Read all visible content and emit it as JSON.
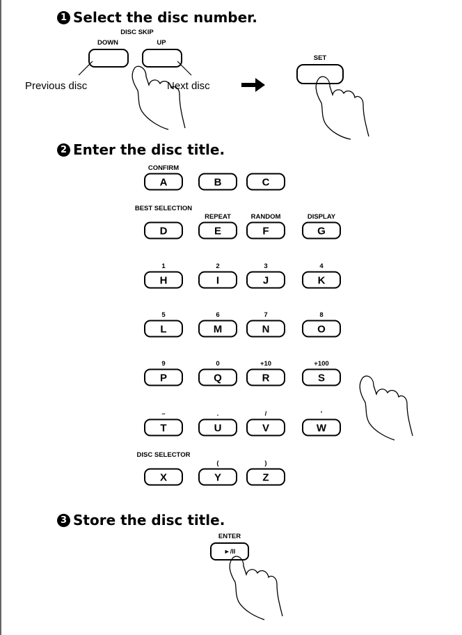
{
  "steps": [
    {
      "num": "1",
      "text": "Select the disc number."
    },
    {
      "num": "2",
      "text": "Enter the disc title."
    },
    {
      "num": "3",
      "text": "Store the disc title."
    }
  ],
  "step1": {
    "disc_skip": "DISC SKIP",
    "down": "DOWN",
    "up": "UP",
    "previous": "Previous disc",
    "next": "Next disc",
    "set": "SET"
  },
  "keys": [
    {
      "letter": "A",
      "label": "CONFIRM"
    },
    {
      "letter": "B",
      "label": ""
    },
    {
      "letter": "C",
      "label": ""
    },
    {
      "letter": "D",
      "label": "BEST SELECTION"
    },
    {
      "letter": "E",
      "label": "REPEAT"
    },
    {
      "letter": "F",
      "label": "RANDOM"
    },
    {
      "letter": "G",
      "label": "DISPLAY"
    },
    {
      "letter": "H",
      "label": "1"
    },
    {
      "letter": "I",
      "label": "2"
    },
    {
      "letter": "J",
      "label": "3"
    },
    {
      "letter": "K",
      "label": "4"
    },
    {
      "letter": "L",
      "label": "5"
    },
    {
      "letter": "M",
      "label": "6"
    },
    {
      "letter": "N",
      "label": "7"
    },
    {
      "letter": "O",
      "label": "8"
    },
    {
      "letter": "P",
      "label": "9"
    },
    {
      "letter": "Q",
      "label": "0"
    },
    {
      "letter": "R",
      "label": "+10"
    },
    {
      "letter": "S",
      "label": "+100"
    },
    {
      "letter": "T",
      "label": "–"
    },
    {
      "letter": "U",
      "label": "."
    },
    {
      "letter": "V",
      "label": "/"
    },
    {
      "letter": "W",
      "label": "'"
    },
    {
      "letter": "X",
      "label": "DISC SELECTOR"
    },
    {
      "letter": "Y",
      "label": "("
    },
    {
      "letter": "Z",
      "label": ")"
    }
  ],
  "step3": {
    "enter": "ENTER",
    "button_symbol": "►/II"
  }
}
